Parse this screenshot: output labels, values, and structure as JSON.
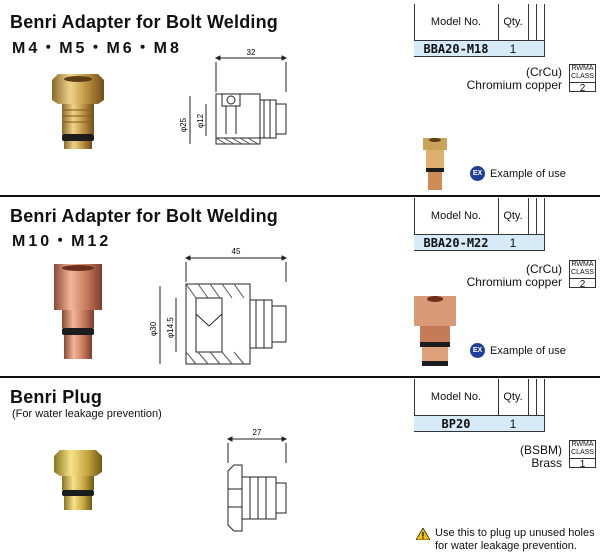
{
  "sections": [
    {
      "title": "Benri Adapter for Bolt Welding",
      "subtitle": "M4・M5・M6・M8",
      "model_header": "Model No.",
      "qty_header": "Qty.",
      "model": "BBA20-M18",
      "qty": "1",
      "material_code": "(CrCu)",
      "material_name": "Chromium copper",
      "rwma_label_1": "RWMA",
      "rwma_label_2": "CLASS",
      "rwma_class": "2",
      "example_badge": "EX",
      "example_text": "Example of use",
      "dim_length": "32",
      "dim_outer": "φ25",
      "dim_inner": "φ12",
      "colors": {
        "body": "#c9a35a",
        "seal": "#222222"
      }
    },
    {
      "title": "Benri Adapter for Bolt Welding",
      "subtitle": "M10・M12",
      "model_header": "Model No.",
      "qty_header": "Qty.",
      "model": "BBA20-M22",
      "qty": "1",
      "material_code": "(CrCu)",
      "material_name": "Chromium copper",
      "rwma_label_1": "RWMA",
      "rwma_label_2": "CLASS",
      "rwma_class": "2",
      "example_badge": "EX",
      "example_text": "Example of use",
      "dim_length": "45",
      "dim_outer": "φ30",
      "dim_inner": "φ14.5",
      "colors": {
        "body": "#c98060",
        "seal": "#222222"
      }
    },
    {
      "title": "Benri Plug",
      "subtitle": "(For water leakage prevention)",
      "model_header": "Model No.",
      "qty_header": "Qty.",
      "model": "BP20",
      "qty": "1",
      "material_code": "(BSBM)",
      "material_name": "Brass",
      "rwma_label_1": "RWMA",
      "rwma_label_2": "CLASS",
      "rwma_class": "1",
      "dim_length": "27",
      "note": "Use this to plug up unused holes for water leakage prevention.",
      "colors": {
        "body": "#d7b64a",
        "seal": "#222222"
      }
    }
  ]
}
